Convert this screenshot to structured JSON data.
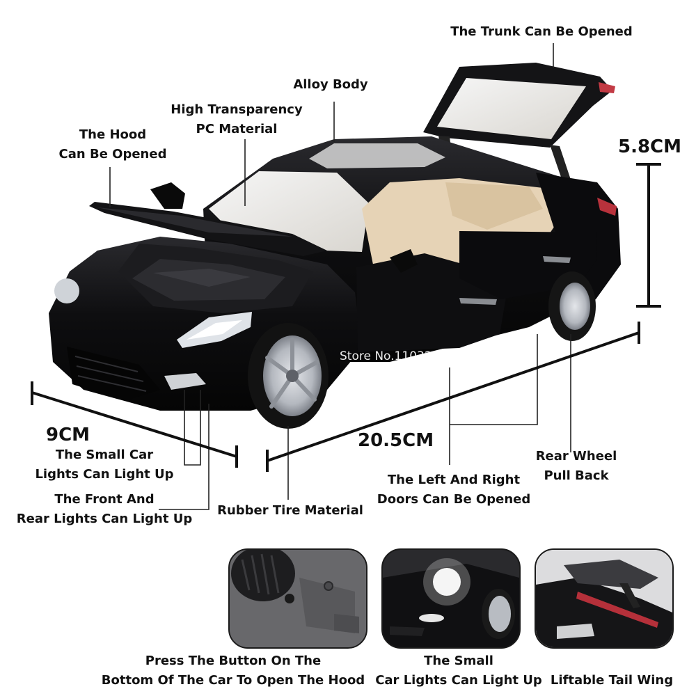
{
  "labels": {
    "trunk": "The Trunk Can Be Opened",
    "alloy": "Alloy Body",
    "pc_line1": "High Transparency",
    "pc_line2": "PC Material",
    "hood_line1": "The Hood",
    "hood_line2": "Can Be Opened",
    "small_lights_line1": "The Small Car",
    "small_lights_line2": "Lights Can Light Up",
    "front_rear_line1": "The Front And",
    "front_rear_line2": "Rear Lights Can Light Up",
    "tire": "Rubber Tire Material",
    "doors_line1": "The Left And Right",
    "doors_line2": "Doors Can Be Opened",
    "rear_wheel_line1": "Rear Wheel",
    "rear_wheel_line2": "Pull Back"
  },
  "dimensions": {
    "height": "5.8CM",
    "width": "9CM",
    "length": "20.5CM"
  },
  "watermark": "Store No.1103270054",
  "thumbnails": [
    {
      "caption_line1": "Press The Button On The",
      "caption_line2": "Bottom Of The Car To Open The Hood"
    },
    {
      "caption_line1": "The Small",
      "caption_line2": "Car Lights Can Light Up"
    },
    {
      "caption_line1": "",
      "caption_line2": "Liftable Tail Wing"
    }
  ],
  "colors": {
    "car_body": "#0c0c0e",
    "interior": "#e6d3b6",
    "rim": "#b9bcc2",
    "ink": "#111111"
  }
}
